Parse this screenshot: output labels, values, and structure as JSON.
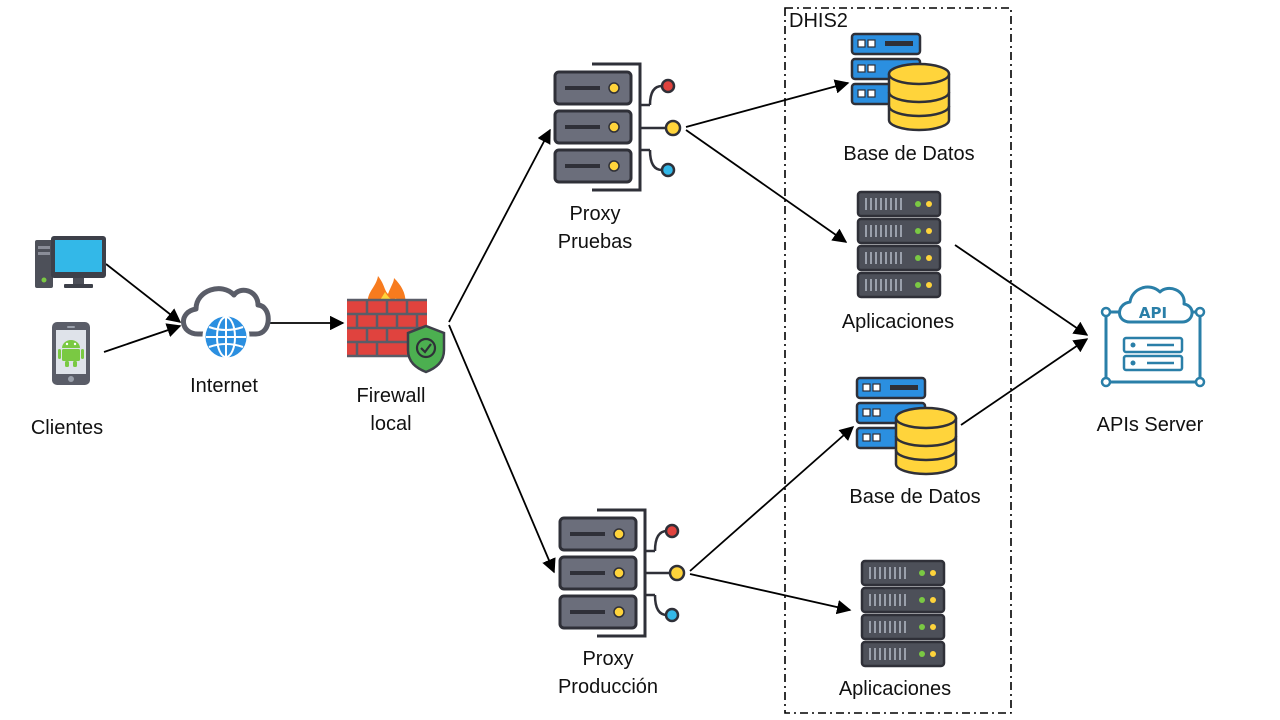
{
  "group": {
    "label": "DHIS2"
  },
  "nodes": {
    "clientes": {
      "label": "Clientes"
    },
    "internet": {
      "label": "Internet"
    },
    "firewall": {
      "line1": "Firewall",
      "line2": "local"
    },
    "proxy_pruebas": {
      "line1": "Proxy",
      "line2": "Pruebas"
    },
    "proxy_produccion": {
      "line1": "Proxy",
      "line2": "Producción"
    },
    "db_top": {
      "label": "Base de Datos"
    },
    "apps_top": {
      "label": "Aplicaciones"
    },
    "db_bottom": {
      "label": "Base de Datos"
    },
    "apps_bottom": {
      "label": "Aplicaciones"
    },
    "apis": {
      "label": "APIs Server",
      "badge": "API"
    }
  },
  "colors": {
    "dark": "#4d5059",
    "server_face": "#6b6e7b",
    "blue": "#2b8fe0",
    "cyan": "#33b8e8",
    "yellow": "#ffd43b",
    "red": "#e0433e",
    "green": "#4caf50",
    "android": "#7ac943",
    "teal": "#2a7fa8",
    "fire": "#f77b1e"
  }
}
